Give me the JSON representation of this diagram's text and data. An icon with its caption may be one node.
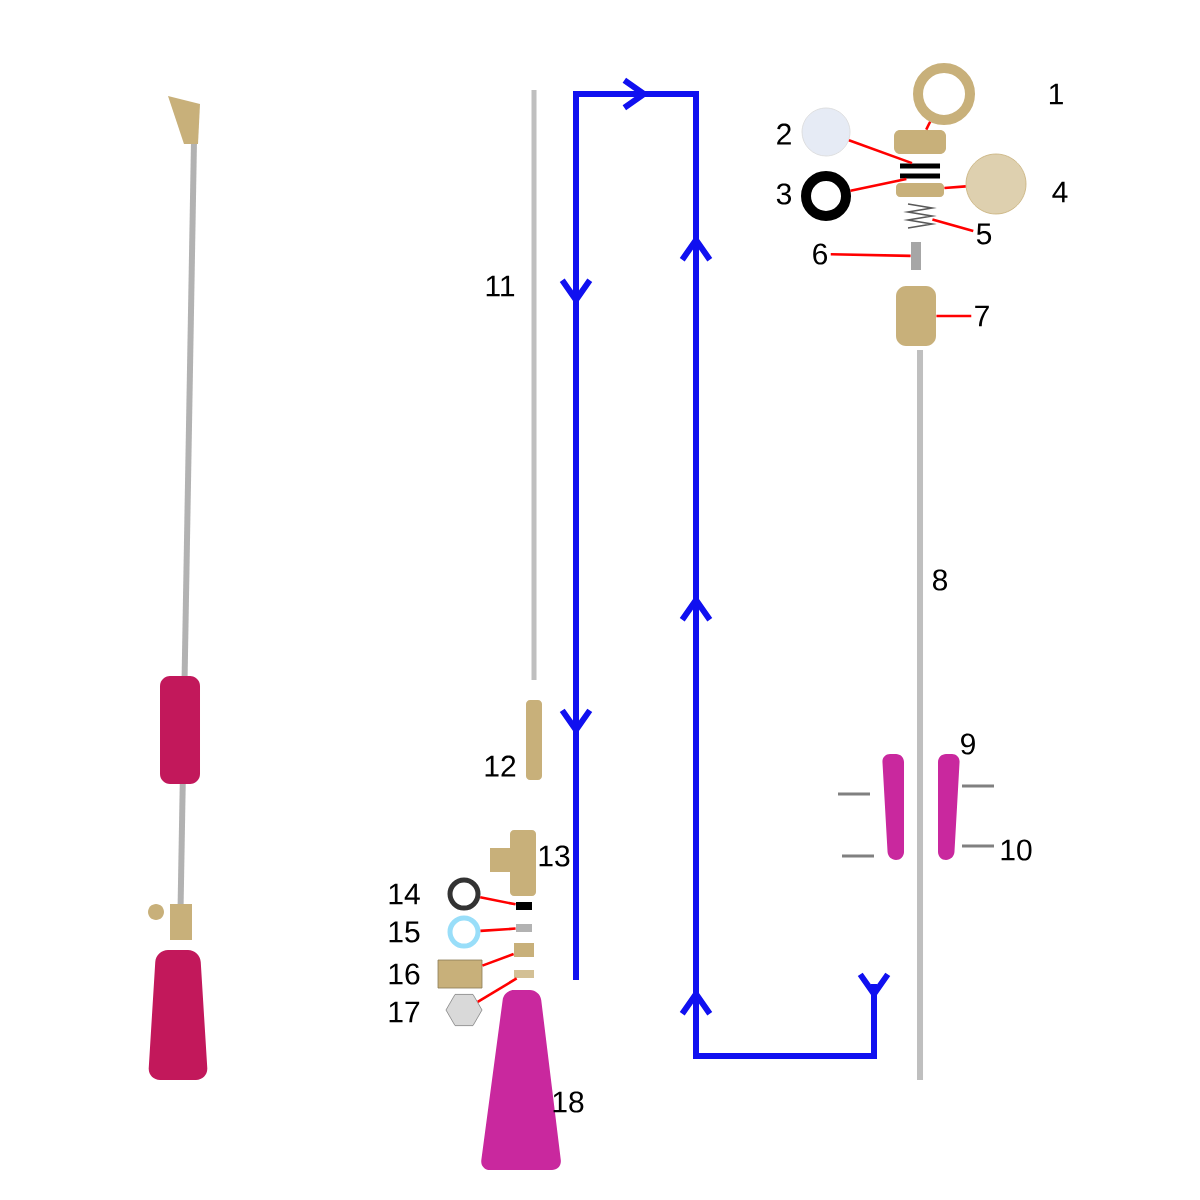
{
  "diagram": {
    "nodes": [
      {
        "text": [],
        "shape": "circle",
        "beside": [
          "1"
        ]
      },
      {
        "text": [],
        "shape": "box"
      },
      {
        "text": [],
        "shape": "circle",
        "beside": [
          "2"
        ]
      },
      {
        "text": [],
        "shape": "box"
      },
      {
        "text": [],
        "shape": "circle",
        "beside": [
          "3"
        ]
      },
      {
        "text": [],
        "shape": "box"
      },
      {
        "text": [],
        "shape": "circle",
        "beside": [
          "4"
        ]
      },
      {
        "text": [],
        "shape": "box"
      },
      {
        "text": [
          "5"
        ]
      },
      {
        "text": [],
        "shape": "picture"
      },
      {
        "text": [
          "6"
        ]
      },
      {
        "text": [],
        "shape": "box"
      },
      {
        "text": [
          "7"
        ]
      },
      {
        "text": [],
        "shape": "box"
      },
      {
        "text": [],
        "shape": "circle",
        "beside": [
          "14"
        ]
      },
      {
        "text": [],
        "shape": "box"
      },
      {
        "text": [],
        "shape": "circle",
        "beside": [
          "15"
        ]
      },
      {
        "text": [],
        "shape": "box"
      },
      {
        "text": [],
        "shape": "box",
        "beside": [
          "16"
        ]
      },
      {
        "text": [],
        "shape": "box"
      },
      {
        "text": [],
        "shape": "hexagon",
        "beside": [
          "17"
        ]
      },
      {
        "text": [],
        "shape": "box"
      }
    ],
    "edges": [
      {
        "from": 0,
        "to": 1,
        "arrow": "none"
      },
      {
        "from": 2,
        "to": 3,
        "arrow": "none"
      },
      {
        "from": 4,
        "to": 5,
        "arrow": "none"
      },
      {
        "from": 6,
        "to": 7,
        "arrow": "none"
      },
      {
        "from": 8,
        "to": 9,
        "arrow": "none"
      },
      {
        "from": 10,
        "to": 11,
        "arrow": "none"
      },
      {
        "from": 12,
        "to": 13,
        "arrow": "none"
      },
      {
        "from": 14,
        "to": 15,
        "arrow": "none"
      },
      {
        "from": 16,
        "to": 17,
        "arrow": "none"
      },
      {
        "from": 18,
        "to": 19,
        "arrow": "none"
      },
      {
        "from": 20,
        "to": 21,
        "arrow": "none"
      }
    ],
    "labels": [
      "8",
      "9",
      "10",
      "11",
      "12",
      "13",
      "18"
    ]
  }
}
